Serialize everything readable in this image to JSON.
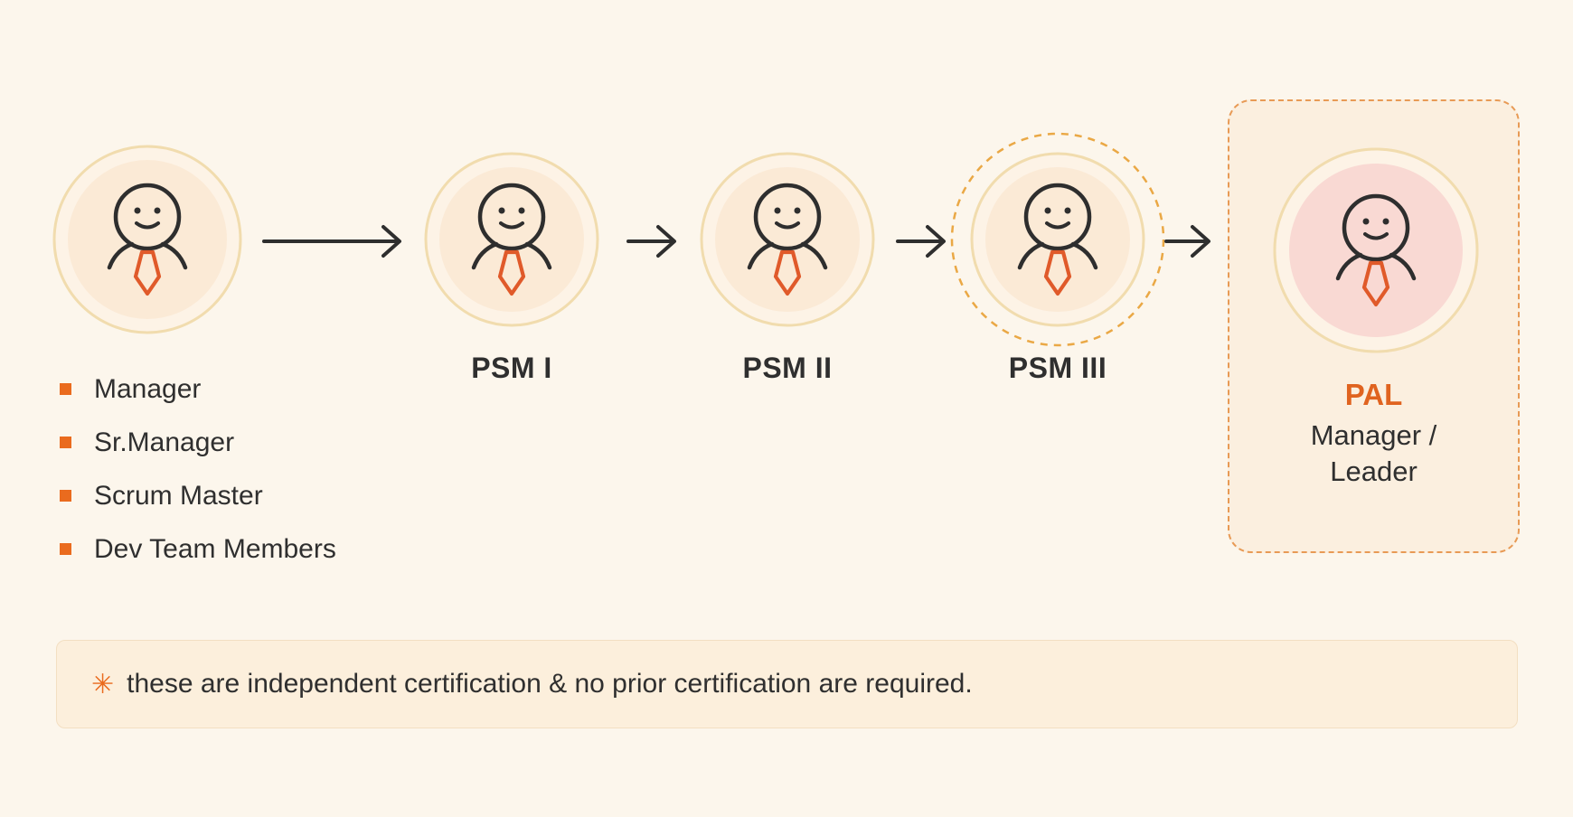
{
  "roles": {
    "items": [
      {
        "label": "Manager"
      },
      {
        "label": "Sr.Manager"
      },
      {
        "label": "Scrum Master"
      },
      {
        "label": "Dev Team Members"
      }
    ]
  },
  "levels": {
    "psm1": {
      "label": "PSM I"
    },
    "psm2": {
      "label": "PSM II"
    },
    "psm3": {
      "label": "PSM III"
    },
    "pal": {
      "title": "PAL",
      "subtitle_line1": "Manager /",
      "subtitle_line2": "Leader"
    }
  },
  "note": {
    "star": "✳",
    "text": "these are independent certification & no prior certification are required."
  },
  "icons": {
    "person": "person-with-tie-icon",
    "arrow": "arrow-right-icon",
    "bullet": "square-bullet-icon"
  },
  "colors": {
    "background": "#fcf6ec",
    "accent": "#ea6b1e",
    "ring": "#f1dcae",
    "circle_fill": "#fbead6",
    "pal_circle_fill": "#f9d9d3",
    "stroke": "#2e2e2e"
  }
}
